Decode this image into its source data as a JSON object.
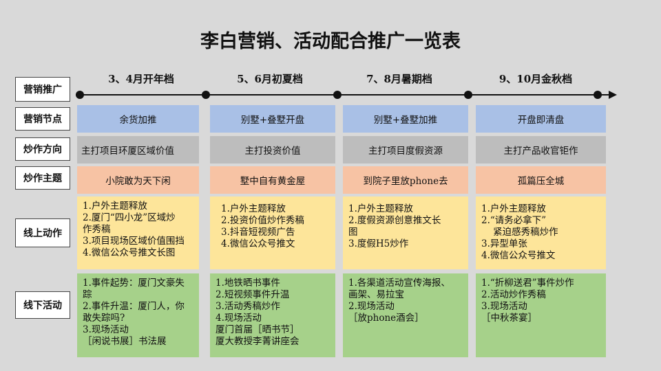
{
  "title": "李白营销、活动配合推广一览表",
  "row_labels": [
    "营销推广",
    "营销节点",
    "炒作方向",
    "炒作主题",
    "线上动作",
    "线下活动"
  ],
  "periods": [
    "3、4月开年档",
    "5、6月初夏档",
    "7、8月暑期档",
    "9、10月金秋档"
  ],
  "nodes": [
    "余货加推",
    "别墅+叠墅开盘",
    "别墅+叠墅加推",
    "开盘即清盘"
  ],
  "directions": [
    "主打项目环厦区域价值",
    "主打投资价值",
    "主打项目度假资源",
    "主打产品收官钜作"
  ],
  "themes": [
    "小院敢为天下闲",
    "墅中自有黄金屋",
    "到院子里放phone去",
    "孤篇压全城"
  ],
  "online": [
    [
      "1.户外主题释放",
      "2.厦门“四小龙”区域炒",
      "作秀稿",
      "3.项目现场区域价值围挡",
      "4.微信公众号推文长图"
    ],
    [
      "1.户外主题释放",
      "2.投资价值炒作秀稿",
      "3.抖音短视频广告",
      "4.微信公众号推文"
    ],
    [
      "1.户外主题释放",
      "2.度假资源创意推文长",
      "图",
      "3.度假H5炒作"
    ],
    [
      "1.户外主题释放",
      "2.“请务必拿下”",
      "    紧迫感秀稿炒作",
      "3.异型单张",
      "4.微信公众号推文"
    ]
  ],
  "offline": [
    [
      "1.事件起势：厦门文豪失",
      "踪",
      "2.事件升温：厦门人，你",
      "敢失踪吗?",
      "3.现场活动",
      "［闲说书展］书法展"
    ],
    [
      "1.地铁晒书事件",
      "2.短视频事件升温",
      "3.活动秀稿炒作",
      "4.现场活动",
      "厦门首届［晒书节］",
      "厦大教授李菁讲座会"
    ],
    [
      "1.各渠道活动宣传海报、",
      "画架、易拉宝",
      "2.现场活动",
      "［放phone酒会］"
    ],
    [
      "1.“折柳送君”事件炒作",
      "2.活动炒作秀稿",
      "3.现场活动",
      "［中秋茶宴］"
    ]
  ],
  "colors": {
    "node": "#a9c0e6",
    "direction": "#bdbdbd",
    "theme": "#f7c3a4",
    "online": "#fde59a",
    "offline": "#a6d18a"
  }
}
